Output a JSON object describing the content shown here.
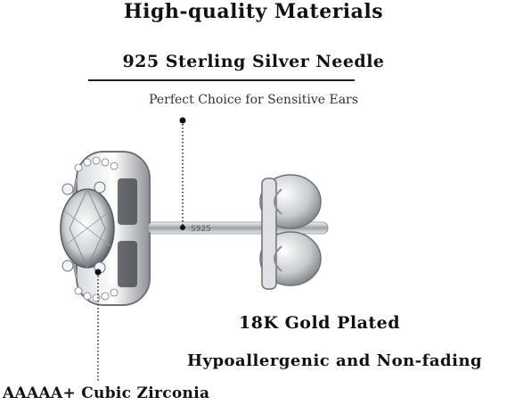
{
  "texts": {
    "title": "High-quality Materials",
    "needle": "925 Sterling Silver Needle",
    "sensitive": "Perfect Choice for Sensitive Ears",
    "gold": "18K Gold Plated",
    "hypo": "Hypoallergenic and Non-fading",
    "cz": "AAAAA+ Cubic Zirconia",
    "stamp": "S925"
  },
  "colors": {
    "silver_dark": "#6f7277",
    "silver_mid": "#b9bcc0",
    "silver_light": "#eef0f2",
    "dotted": "#222222"
  }
}
